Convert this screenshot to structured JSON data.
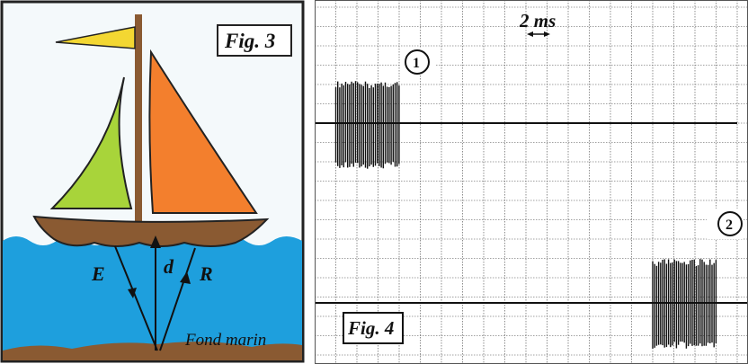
{
  "figure3": {
    "label": "Fig. 3",
    "emitted_label": "E",
    "reflected_label": "R",
    "depth_label": "d",
    "seabed_label": "Fond marin",
    "colors": {
      "sky": "#f4f9fb",
      "sea": "#1e9fdd",
      "seabed": "#8a5a32",
      "hull": "#8a5a32",
      "left_sail": "#a8d43a",
      "right_sail": "#f37f2d",
      "flag": "#f3d732",
      "mast": "#8a5a32"
    }
  },
  "figure4": {
    "label": "Fig. 4",
    "scale_label": "2 ms",
    "signal1_marker": "1",
    "signal2_marker": "2",
    "grid": true,
    "time_per_division_ms": 2,
    "signal1_start_div": 1,
    "signal1_end_div": 4,
    "signal2_start_div": 16,
    "signal2_end_div": 19
  }
}
